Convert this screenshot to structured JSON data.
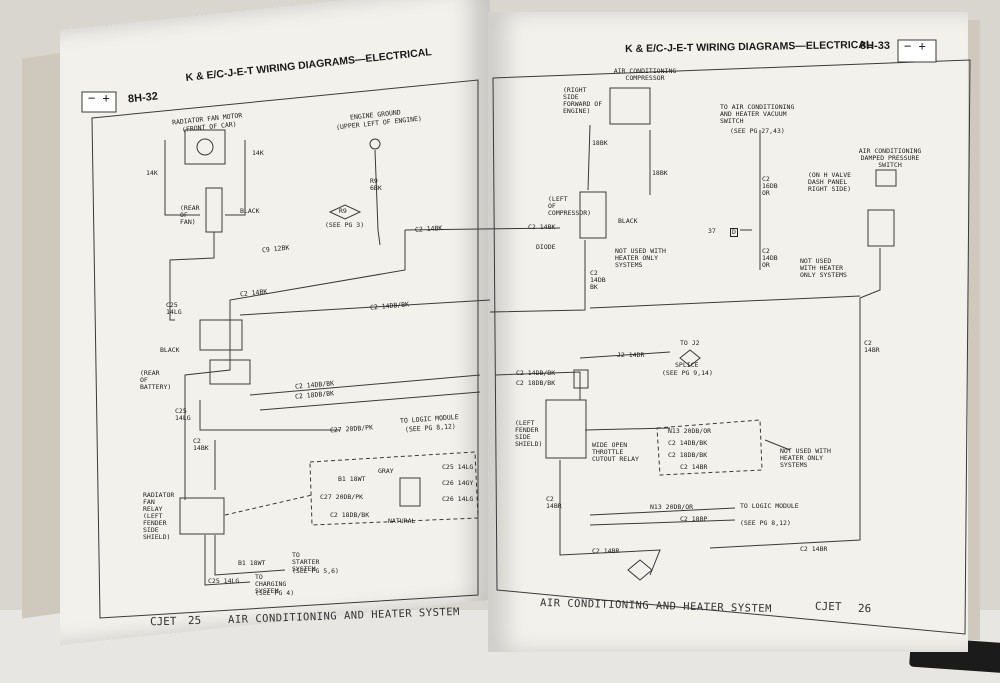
{
  "left_page": {
    "page_number": "8H-32",
    "header_title": "K & E/C-J-E-T WIRING DIAGRAMS—ELECTRICAL",
    "footer_code": "CJET",
    "footer_page": "25",
    "footer_title": "AIR CONDITIONING AND HEATER SYSTEM",
    "labels": {
      "radiator_fan_motor": "RADIATOR FAN MOTOR",
      "front_of_car": "(FRONT OF CAR)",
      "w_14k_left": "14K",
      "w_14k_right": "14K",
      "rear_of_fan": "(REAR OF FAN)",
      "black_1": "BLACK",
      "c9_12bk": "C9  12BK",
      "engine_ground": "ENGINE GROUND",
      "upper_left_engine": "(UPPER LEFT OF ENGINE)",
      "r9_6bk": "R9 6BK",
      "r9_tag": "R9",
      "see_pg3": "(SEE PG 3)",
      "c2_14bk_top": "C2  14BK",
      "c25_14lg_top": "C25 14LG",
      "c2_14bk_mid": "C2  14BK",
      "c2_14db_bk": "C2  14DB/BK",
      "black_2": "BLACK",
      "rear_of_battery": "(REAR OF BATTERY)",
      "c2_14db_bk_2": "C2 14DB/BK",
      "c2_18db_bk": "C2 18DB/BK",
      "c25_14lg_mid": "C25 14LG",
      "c2_14bk_low": "C2 14BK",
      "c27_20db_pk": "C27 20DB/PK",
      "to_logic_module": "TO LOGIC MODULE",
      "see_pg_8_12": "(SEE PG 8,12)",
      "b1_18wt": "B1 18WT",
      "gray": "GRAY",
      "c25_14lg_b": "C25 14LG",
      "c27_20db_pk_b": "C27 20DB/PK",
      "c26_14gy": "C26 14GY",
      "c2_18db_bk_b": "C2 18DB/BK",
      "c26_14lg": "C26 14LG",
      "natural": "NATURAL",
      "radiator_fan_relay": "RADIATOR FAN RELAY (LEFT FENDER SIDE SHIELD)",
      "b1_18wt_b": "B1 18WT",
      "to_starter": "TO STARTER SYSTEM",
      "see_pg_5_6": "(SEE PG 5,6)",
      "c25_14lg_bot": "C25 14LG",
      "to_charging": "TO CHARGING SYSTEM",
      "see_pg_4": "(SEE PG 4)"
    }
  },
  "right_page": {
    "page_number": "8H-33",
    "header_title": "K & E/C-J-E-T WIRING DIAGRAMS—ELECTRICAL",
    "footer_code": "CJET",
    "footer_page": "26",
    "footer_title": "AIR CONDITIONING AND HEATER SYSTEM",
    "labels": {
      "ac_compressor": "AIR CONDITIONING COMPRESSOR",
      "right_side_forward": "(RIGHT SIDE FORWARD OF ENGINE)",
      "c2_18bk": "18BK",
      "c2_18bk_right": "18BK",
      "left_of_compressor": "(LEFT OF COMPRESSOR)",
      "black": "BLACK",
      "c2_14bk": "C2  14BK",
      "diode": "DIODE",
      "not_used_1": "NOT USED WITH HEATER ONLY SYSTEMS",
      "c2_14db_bk": "C2 14DB BK",
      "to_ac_heater_vac": "TO AIR CONDITIONING AND HEATER VACUUM SWITCH",
      "see_pg_27_43": "(SEE PG 27,43)",
      "c2_16db_or": "C2 16DB OR",
      "c2_14db_or": "C2 14DB OR",
      "marker_37": "37",
      "marker_d": "D",
      "ac_damped_pressure": "AIR CONDITIONING DAMPED PRESSURE SWITCH",
      "on_h_valve": "(ON H VALVE DASH PANEL RIGHT SIDE)",
      "not_used_2": "NOT USED WITH HEATER ONLY SYSTEMS",
      "c2_14br": "C2 14BR",
      "j2_14dr": "J2  14DR",
      "to_j2": "TO J2",
      "splice": "SPLICE",
      "see_pg_9_14": "(SEE PG 9,14)",
      "c2_14db_bk_r": "C2 14DB/BK",
      "c2_18db_bk_r": "C2 18DB/BK",
      "left_fender": "(LEFT FENDER SIDE SHIELD)",
      "wide_open": "WIDE OPEN THROTTLE CUTOUT RELAY",
      "n13_20db_or": "N13 20DB/OR",
      "c2_14db_bk_box": "C2 14DB/BK",
      "c2_18db_bk_box": "C2 18DB/BK",
      "c2_14br_box": "C2 14BR",
      "not_used_3": "NOT USED WITH HEATER ONLY SYSTEMS",
      "c2_14br_b": "C2 14BR",
      "n13_20db_or_b": "N13 20DB/OR",
      "to_logic_module": "TO LOGIC MODULE",
      "c2_18bp": "C2 18BP",
      "see_pg_8_12": "(SEE PG 8,12)",
      "c2_14br_c": "C2  14BR",
      "c2_14br_d": "C2  14BR"
    }
  },
  "colors": {
    "ink": "#222222",
    "paper": "#f3f1ec",
    "wire": "#3a3a3a"
  }
}
